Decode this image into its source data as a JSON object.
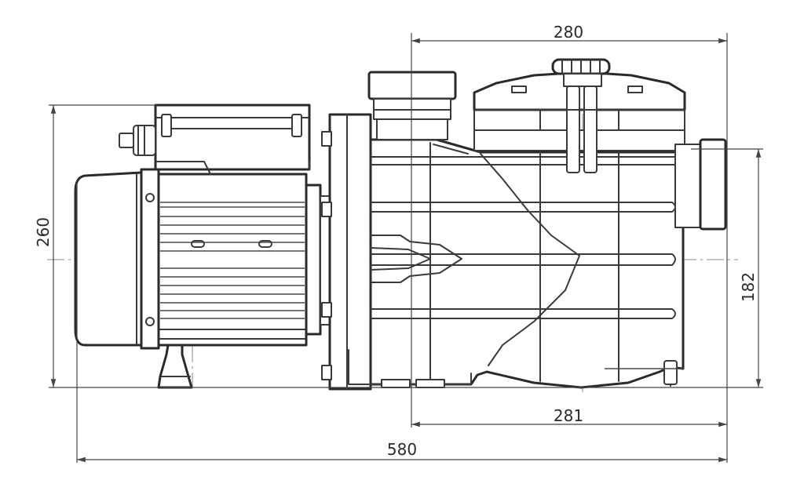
{
  "dimensions": {
    "top_width": "280",
    "total_height": "260",
    "right_height": "182",
    "base_width": "281",
    "overall_length": "580"
  },
  "colors": {
    "line": "#3a3a3a",
    "background": "#ffffff"
  }
}
